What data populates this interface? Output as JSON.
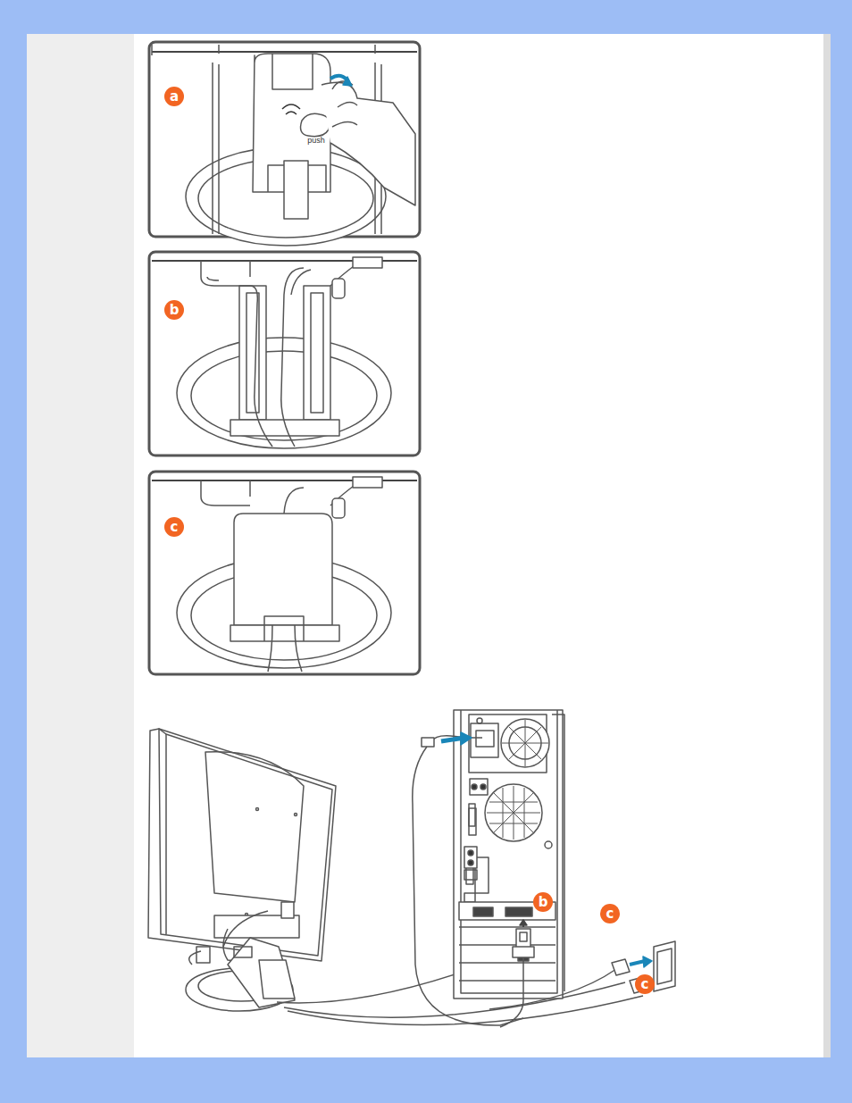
{
  "diagram": {
    "labels": [
      "a",
      "push",
      "b",
      "c",
      "b",
      "c",
      "c"
    ]
  }
}
